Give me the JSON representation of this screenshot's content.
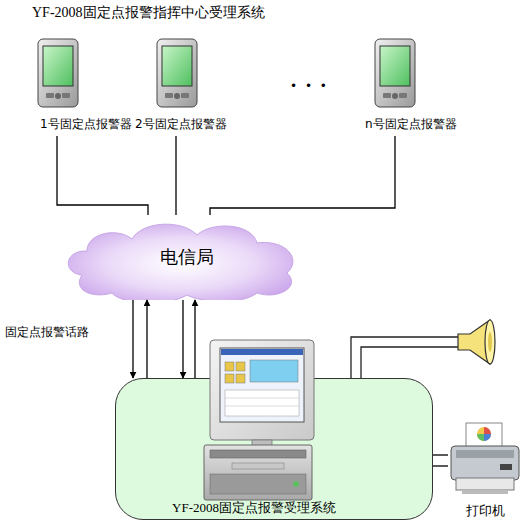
{
  "diagram": {
    "title": "YF-2008固定点报警指挥中心受理系统",
    "nodes": [
      {
        "text": [
          "1号固定点报警器"
        ]
      },
      {
        "text": [
          "2号固定点报警器"
        ]
      },
      {
        "text": [
          "n号固定点报警器"
        ]
      },
      {
        "text": [
          "电信局"
        ]
      },
      {
        "text": [
          "YF-2008固定点报警受理系统"
        ]
      },
      {
        "text": [
          "打印机"
        ]
      }
    ],
    "edges": [
      {
        "from": 0,
        "to": 3,
        "arrow": "none"
      },
      {
        "from": 1,
        "to": 3,
        "arrow": "none"
      },
      {
        "from": 2,
        "to": 3,
        "arrow": "none"
      },
      {
        "from": 3,
        "to": 4,
        "arrow": "to"
      },
      {
        "from": 4,
        "to": 3,
        "arrow": "to"
      },
      {
        "from": 3,
        "to": 4,
        "arrow": "to"
      },
      {
        "from": 4,
        "to": 3,
        "arrow": "to"
      },
      {
        "from": 4,
        "to": 5,
        "arrow": "none"
      },
      {
        "from": 4,
        "to": 5,
        "arrow": "none"
      }
    ],
    "labels": [
      "• • •",
      "固定点报警话路"
    ]
  }
}
